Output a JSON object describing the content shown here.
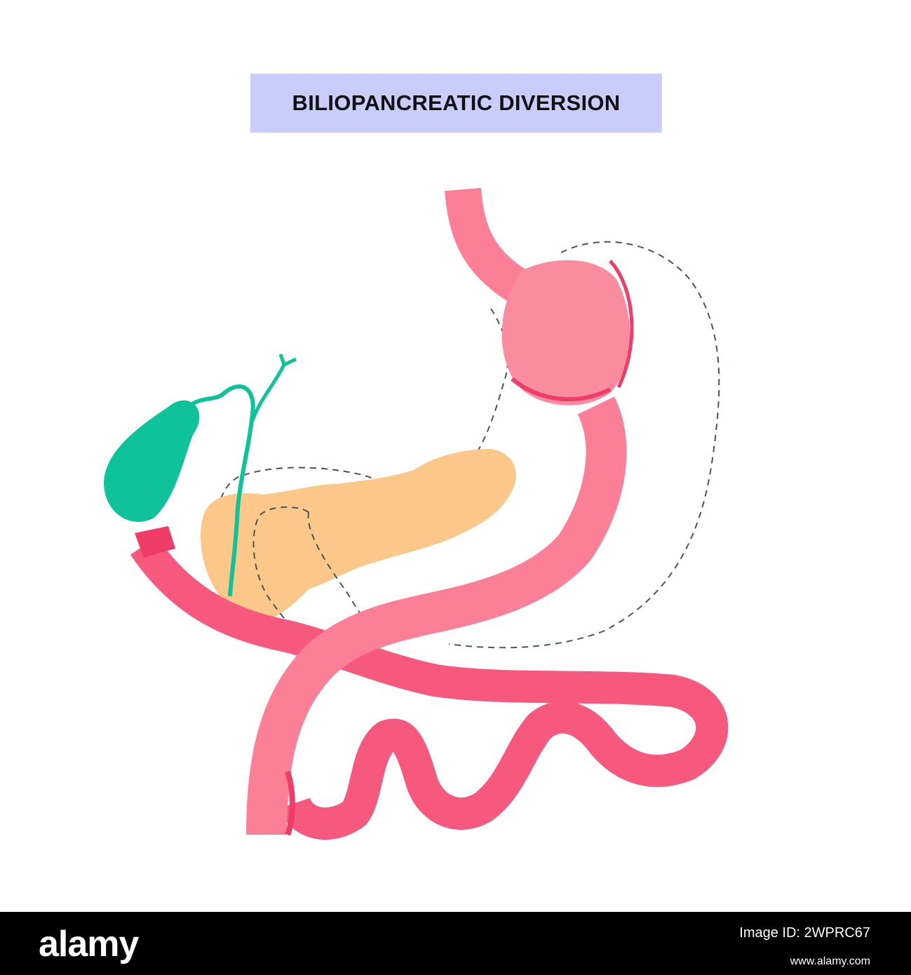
{
  "title": "BILIOPANCREATIC DIVERSION",
  "footer": {
    "logo_text": "alamy",
    "image_id_label": "Image ID: 2WPRC67",
    "image_id_value": "",
    "site": "www.alamy.com"
  },
  "colors": {
    "title_bg": "#c9cdfb",
    "intestine": "#fa7f97",
    "intestine_dark": "#f7587e",
    "stomach": "#fa8ca0",
    "staple_line": "#ef3d6a",
    "gallbladder": "#0ec39a",
    "pancreas": "#fcc88a",
    "dashed_outline": "#4a5555",
    "footer_bg": "#000000"
  }
}
